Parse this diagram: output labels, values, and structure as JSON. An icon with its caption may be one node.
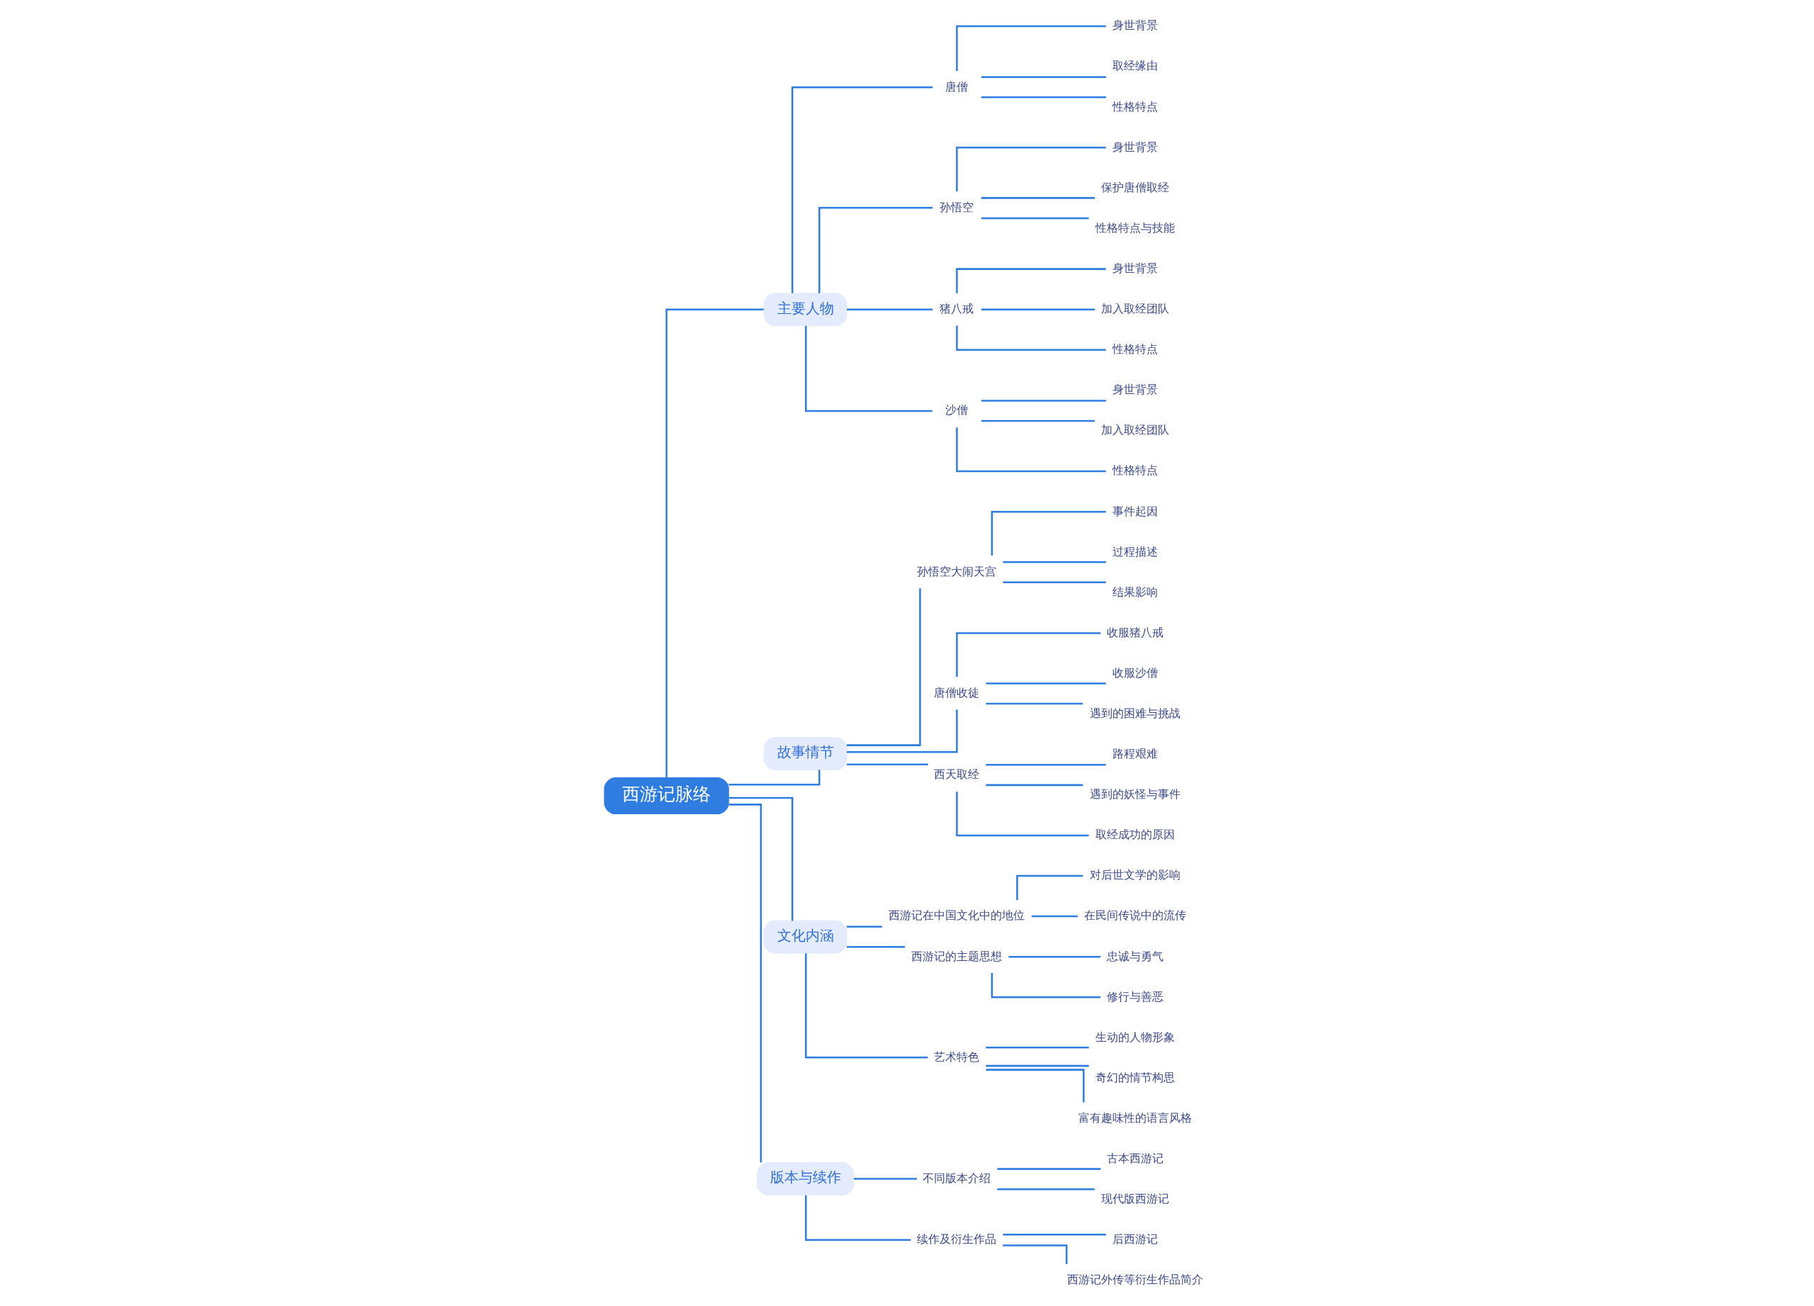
{
  "diagram": {
    "nodes": [
      {
        "text": [
          "西游记脉络"
        ]
      },
      {
        "text": [
          "主要人物"
        ]
      },
      {
        "text": [
          "唐僧"
        ]
      },
      {
        "text": [
          "身世背景"
        ]
      },
      {
        "text": [
          "取经缘由"
        ]
      },
      {
        "text": [
          "性格特点"
        ]
      },
      {
        "text": [
          "孙悟空"
        ]
      },
      {
        "text": [
          "身世背景"
        ]
      },
      {
        "text": [
          "保护唐僧取经"
        ]
      },
      {
        "text": [
          "性格特点与技能"
        ]
      },
      {
        "text": [
          "猪八戒"
        ]
      },
      {
        "text": [
          "身世背景"
        ]
      },
      {
        "text": [
          "加入取经团队"
        ]
      },
      {
        "text": [
          "性格特点"
        ]
      },
      {
        "text": [
          "沙僧"
        ]
      },
      {
        "text": [
          "身世背景"
        ]
      },
      {
        "text": [
          "加入取经团队"
        ]
      },
      {
        "text": [
          "性格特点"
        ]
      },
      {
        "text": [
          "故事情节"
        ]
      },
      {
        "text": [
          "孙悟空大闹天宫"
        ]
      },
      {
        "text": [
          "事件起因"
        ]
      },
      {
        "text": [
          "过程描述"
        ]
      },
      {
        "text": [
          "结果影响"
        ]
      },
      {
        "text": [
          "唐僧收徒"
        ]
      },
      {
        "text": [
          "收服猪八戒"
        ]
      },
      {
        "text": [
          "收服沙僧"
        ]
      },
      {
        "text": [
          "遇到的困难与挑战"
        ]
      },
      {
        "text": [
          "西天取经"
        ]
      },
      {
        "text": [
          "路程艰难"
        ]
      },
      {
        "text": [
          "遇到的妖怪与事件"
        ]
      },
      {
        "text": [
          "取经成功的原因"
        ]
      },
      {
        "text": [
          "文化内涵"
        ]
      },
      {
        "text": [
          "西游记在中国文化中的地位"
        ]
      },
      {
        "text": [
          "对后世文学的影响"
        ]
      },
      {
        "text": [
          "在民间传说中的流传"
        ]
      },
      {
        "text": [
          "西游记的主题思想"
        ]
      },
      {
        "text": [
          "忠诚与勇气"
        ]
      },
      {
        "text": [
          "修行与善恶"
        ]
      },
      {
        "text": [
          "艺术特色"
        ]
      },
      {
        "text": [
          "生动的人物形象"
        ]
      },
      {
        "text": [
          "奇幻的情节构思"
        ]
      },
      {
        "text": [
          "富有趣味性的语言风格"
        ]
      },
      {
        "text": [
          "版本与续作"
        ]
      },
      {
        "text": [
          "不同版本介绍"
        ]
      },
      {
        "text": [
          "古本西游记"
        ]
      },
      {
        "text": [
          "现代版西游记"
        ]
      },
      {
        "text": [
          "续作及衍生作品"
        ]
      },
      {
        "text": [
          "后西游记"
        ]
      },
      {
        "text": [
          "西游记外传等衍生作品简介"
        ]
      }
    ],
    "edges": [
      {
        "from": 0,
        "to": 1,
        "arrow": "none"
      },
      {
        "from": 1,
        "to": 2,
        "arrow": "none"
      },
      {
        "from": 2,
        "to": 3,
        "arrow": "none"
      },
      {
        "from": 2,
        "to": 4,
        "arrow": "none"
      },
      {
        "from": 2,
        "to": 5,
        "arrow": "none"
      },
      {
        "from": 1,
        "to": 6,
        "arrow": "none"
      },
      {
        "from": 6,
        "to": 7,
        "arrow": "none"
      },
      {
        "from": 6,
        "to": 8,
        "arrow": "none"
      },
      {
        "from": 6,
        "to": 9,
        "arrow": "none"
      },
      {
        "from": 1,
        "to": 10,
        "arrow": "none"
      },
      {
        "from": 10,
        "to": 11,
        "arrow": "none"
      },
      {
        "from": 10,
        "to": 12,
        "arrow": "none"
      },
      {
        "from": 10,
        "to": 13,
        "arrow": "none"
      },
      {
        "from": 1,
        "to": 14,
        "arrow": "none"
      },
      {
        "from": 14,
        "to": 15,
        "arrow": "none"
      },
      {
        "from": 14,
        "to": 16,
        "arrow": "none"
      },
      {
        "from": 14,
        "to": 17,
        "arrow": "none"
      },
      {
        "from": 0,
        "to": 18,
        "arrow": "none"
      },
      {
        "from": 18,
        "to": 19,
        "arrow": "none"
      },
      {
        "from": 19,
        "to": 20,
        "arrow": "none"
      },
      {
        "from": 19,
        "to": 21,
        "arrow": "none"
      },
      {
        "from": 19,
        "to": 22,
        "arrow": "none"
      },
      {
        "from": 18,
        "to": 23,
        "arrow": "none"
      },
      {
        "from": 23,
        "to": 24,
        "arrow": "none"
      },
      {
        "from": 23,
        "to": 25,
        "arrow": "none"
      },
      {
        "from": 23,
        "to": 26,
        "arrow": "none"
      },
      {
        "from": 18,
        "to": 27,
        "arrow": "none"
      },
      {
        "from": 27,
        "to": 28,
        "arrow": "none"
      },
      {
        "from": 27,
        "to": 29,
        "arrow": "none"
      },
      {
        "from": 27,
        "to": 30,
        "arrow": "none"
      },
      {
        "from": 0,
        "to": 31,
        "arrow": "none"
      },
      {
        "from": 31,
        "to": 32,
        "arrow": "none"
      },
      {
        "from": 32,
        "to": 33,
        "arrow": "none"
      },
      {
        "from": 32,
        "to": 34,
        "arrow": "none"
      },
      {
        "from": 31,
        "to": 35,
        "arrow": "none"
      },
      {
        "from": 35,
        "to": 36,
        "arrow": "none"
      },
      {
        "from": 35,
        "to": 37,
        "arrow": "none"
      },
      {
        "from": 31,
        "to": 38,
        "arrow": "none"
      },
      {
        "from": 38,
        "to": 39,
        "arrow": "none"
      },
      {
        "from": 38,
        "to": 40,
        "arrow": "none"
      },
      {
        "from": 38,
        "to": 41,
        "arrow": "none"
      },
      {
        "from": 0,
        "to": 42,
        "arrow": "none"
      },
      {
        "from": 42,
        "to": 43,
        "arrow": "none"
      },
      {
        "from": 43,
        "to": 44,
        "arrow": "none"
      },
      {
        "from": 43,
        "to": 45,
        "arrow": "none"
      },
      {
        "from": 42,
        "to": 46,
        "arrow": "none"
      },
      {
        "from": 46,
        "to": 47,
        "arrow": "none"
      },
      {
        "from": 46,
        "to": 48,
        "arrow": "none"
      }
    ]
  }
}
